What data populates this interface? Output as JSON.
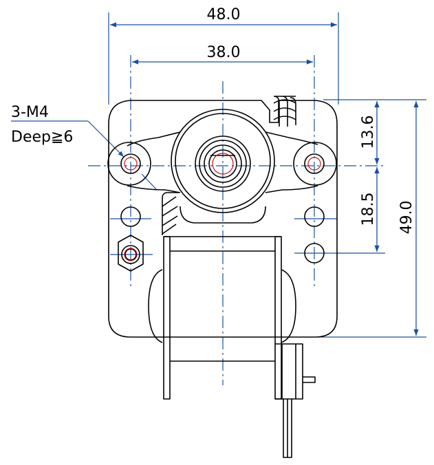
{
  "dimensions": {
    "overall_width": "48.0",
    "hole_spacing": "38.0",
    "top_offset": "13.6",
    "hole_vertical": "18.5",
    "overall_height": "49.0"
  },
  "callout": {
    "thread": "3-M4",
    "depth": "Deep≧6"
  },
  "colors": {
    "outline": "#000000",
    "dimension": "#1a4fa0",
    "hole_ring": "#d01010"
  }
}
